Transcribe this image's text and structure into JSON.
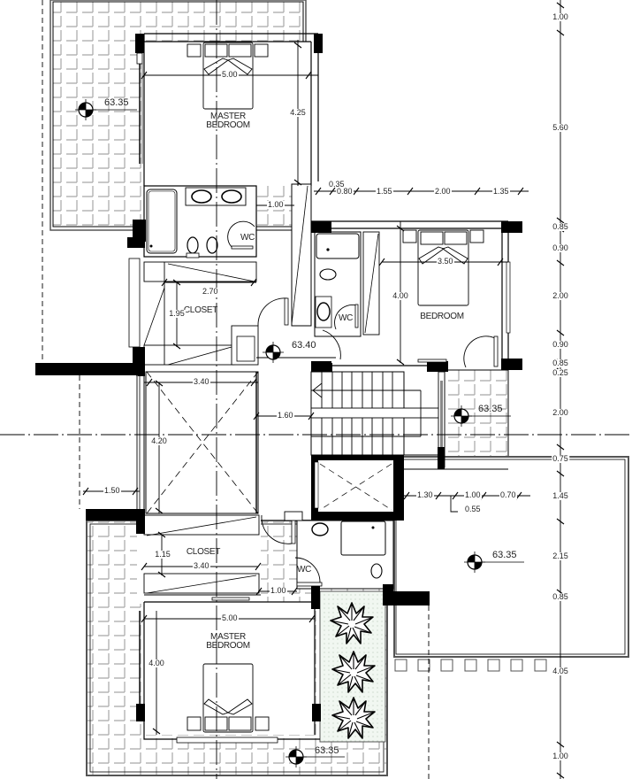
{
  "drawing": {
    "type": "architectural floor plan",
    "level": "upper floor"
  },
  "rooms": {
    "master_bedroom_top": {
      "label_line1": "MASTER",
      "label_line2": "BEDROOM",
      "width": "5.00",
      "depth": "4.25"
    },
    "closet_top": {
      "label": "CLOSET",
      "width": "2.70",
      "depth": "1.95"
    },
    "wc_top": {
      "label": "WC",
      "width": "1.00"
    },
    "bedroom": {
      "label": "BEDROOM",
      "width": "3.50",
      "depth": "4.00"
    },
    "wc_bedroom": {
      "label": "WC"
    },
    "void": {
      "width": "3.40",
      "depth": "4.20"
    },
    "corridor": {
      "width": "1.60"
    },
    "closet_bottom": {
      "label": "CLOSET",
      "width": "3.40",
      "depth": "1.15"
    },
    "wc_bottom": {
      "label": "WC",
      "width": "1.00"
    },
    "master_bedroom_bottom": {
      "label_line1": "MASTER",
      "label_line2": "BEDROOM",
      "width": "5.00",
      "depth": "4.00"
    }
  },
  "levels": {
    "terrace_top_left": "63.35",
    "hall": "63.40",
    "balcony_right": "63.35",
    "terrace_right": "63.35",
    "terrace_bottom": "63.35"
  },
  "dimensions": {
    "top_chain": [
      "0.35",
      "0.80",
      "1.55",
      "2.00",
      "1.35"
    ],
    "mid_chain": [
      "1.30",
      "1.00",
      "0.70"
    ],
    "mid_offset": "0.55",
    "left_offset": "1.50",
    "right_vertical_chain": [
      "1.00",
      "5.60",
      "0.85",
      "0.90",
      "2.00",
      "0.90",
      "0.85",
      "0.25",
      "2.00",
      "0.75",
      "1.45",
      "2.15",
      "0.85",
      "4.05",
      "1.00"
    ]
  },
  "colors": {
    "line": "#000000",
    "tile": "#9a9a9a",
    "planter": "#eef5ee",
    "wall": "#000000"
  }
}
